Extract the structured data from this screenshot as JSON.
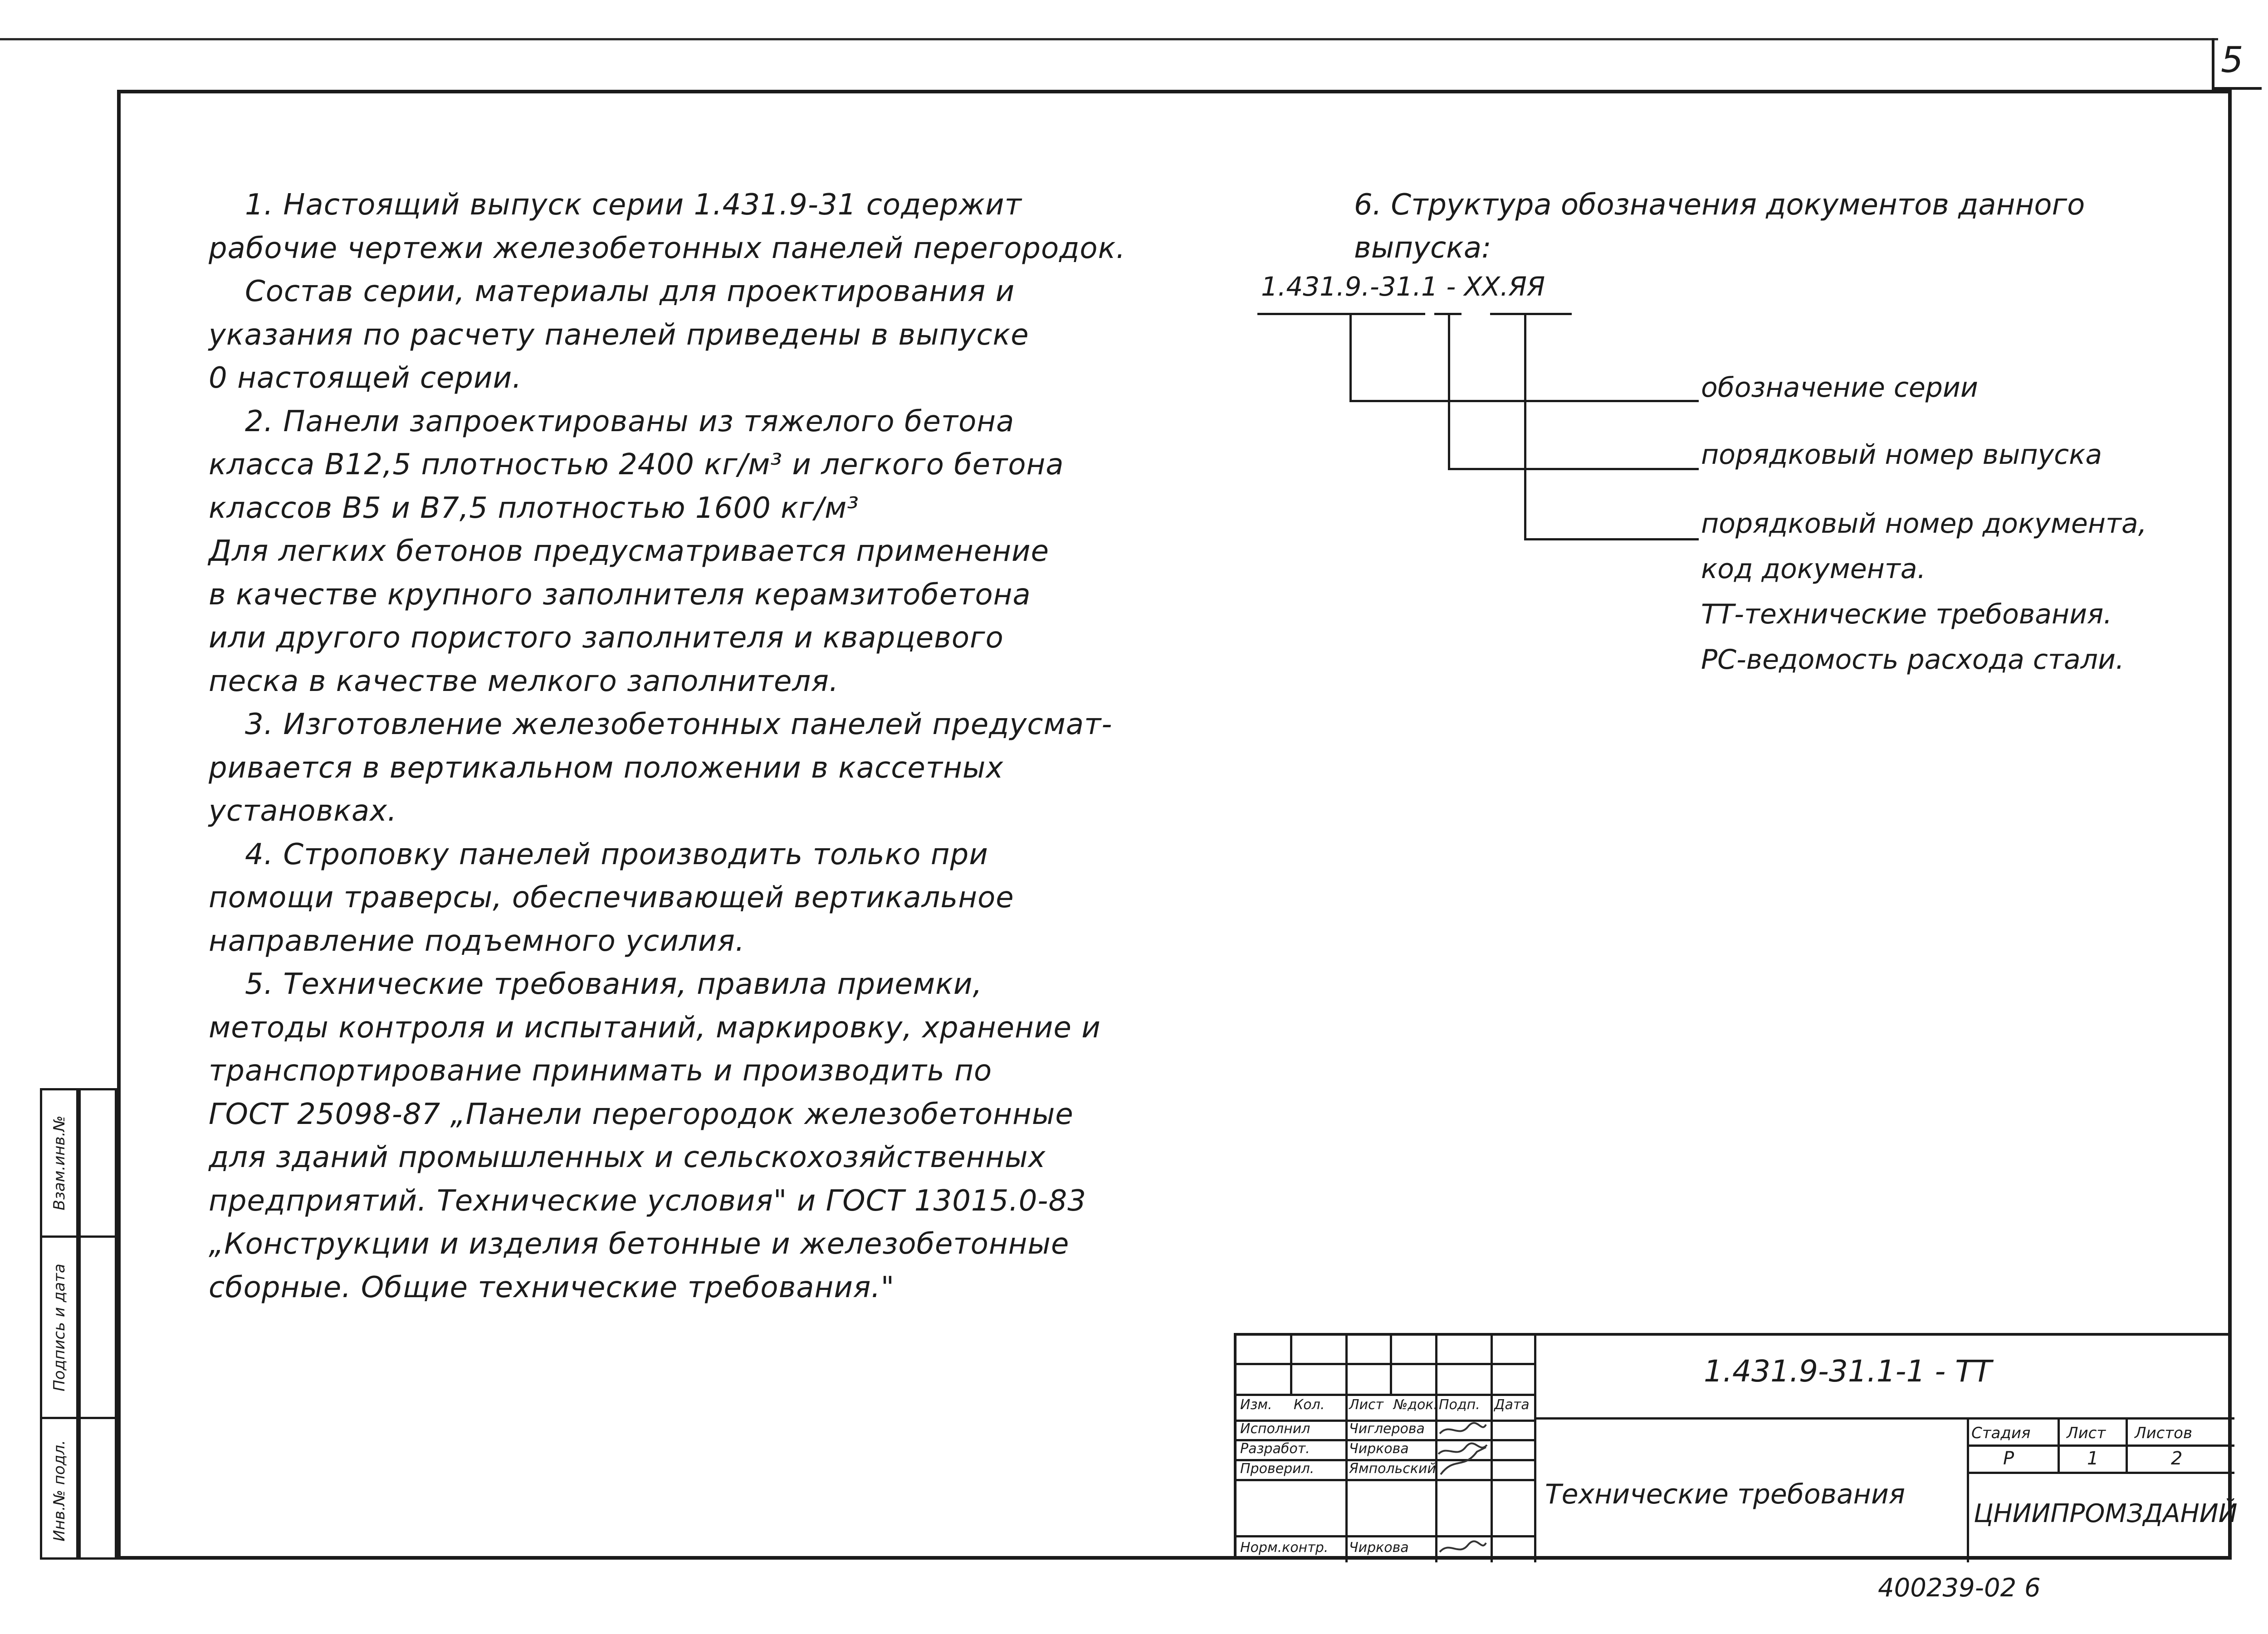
{
  "page_number": "5",
  "side_strip": [
    "Инв.№ подл.",
    "Подпись и дата",
    "Взам.инв.№"
  ],
  "body_lines": [
    {
      "text": "1. Настоящий выпуск серии 1.431.9-31 содержит",
      "indent": true
    },
    {
      "text": "рабочие чертежи железобетонных панелей перегородок.",
      "indent": false
    },
    {
      "text": "Состав серии, материалы для проектирования и",
      "indent": true
    },
    {
      "text": "указания по расчету панелей приведены в выпуске",
      "indent": false
    },
    {
      "text": "0 настоящей серии.",
      "indent": false
    },
    {
      "text": "2. Панели запроектированы из тяжелого бетона",
      "indent": true
    },
    {
      "text": "класса В12,5 плотностью 2400 кг/м³ и легкого бетона",
      "indent": false
    },
    {
      "text": "классов В5 и В7,5 плотностью 1600 кг/м³",
      "indent": false
    },
    {
      "text": "Для легких бетонов предусматривается применение",
      "indent": false
    },
    {
      "text": "в качестве крупного заполнителя керамзитобетона",
      "indent": false
    },
    {
      "text": "или другого пористого заполнителя и кварцевого",
      "indent": false
    },
    {
      "text": "песка в качестве мелкого заполнителя.",
      "indent": false
    },
    {
      "text": "3. Изготовление железобетонных панелей предусмат-",
      "indent": true
    },
    {
      "text": "ривается в вертикальном положении в кассетных",
      "indent": false
    },
    {
      "text": "установках.",
      "indent": false
    },
    {
      "text": "4. Строповку панелей производить только при",
      "indent": true
    },
    {
      "text": "помощи траверсы, обеспечивающей вертикальное",
      "indent": false
    },
    {
      "text": "направление подъемного усилия.",
      "indent": false
    },
    {
      "text": "5. Технические требования, правила приемки,",
      "indent": true
    },
    {
      "text": "методы контроля и испытаний, маркировку, хранение и",
      "indent": false
    },
    {
      "text": "транспортирование принимать и производить по",
      "indent": false
    },
    {
      "text": "ГОСТ 25098-87 „Панели перегородок железобетонные",
      "indent": false
    },
    {
      "text": "для зданий промышленных и сельскохозяйственных",
      "indent": false
    },
    {
      "text": "предприятий. Технические условия\" и ГОСТ 13015.0-83",
      "indent": false
    },
    {
      "text": "„Конструкции и изделия бетонные и железобетонные",
      "indent": false
    },
    {
      "text": "сборные. Общие технические требования.\"",
      "indent": false
    }
  ],
  "structure": {
    "title_line1": "6. Структура обозначения документов данного",
    "title_line2": "выпуска:",
    "code": "1.431.9.-31.1 - ХХ.ЯЯ",
    "legend": [
      "обозначение серии",
      "порядковый номер выпуска",
      "порядковый номер документа,",
      "код документа.",
      "ТТ-технические требования.",
      "РС-ведомость расхода стали."
    ]
  },
  "title_block": {
    "designation": "1.431.9-31.1-1 - ТТ",
    "doc_title": "Технические требования",
    "header_labels": [
      "Изм.",
      "Кол.",
      "Лист",
      "№док.",
      "Подп.",
      "Дата"
    ],
    "roles": [
      "Исполнил",
      "Разработ.",
      "Проверил.",
      "",
      "Норм.контр."
    ],
    "names": [
      "Чиглерова",
      "Чиркова",
      "Ямпольский",
      "",
      "Чиркова"
    ],
    "stage_labels": [
      "Стадия",
      "Лист",
      "Листов"
    ],
    "stage_values": [
      "Р",
      "1",
      "2"
    ],
    "organization": "ЦНИИПРОМЗДАНИЙ",
    "inventory": "400239-02   6"
  }
}
